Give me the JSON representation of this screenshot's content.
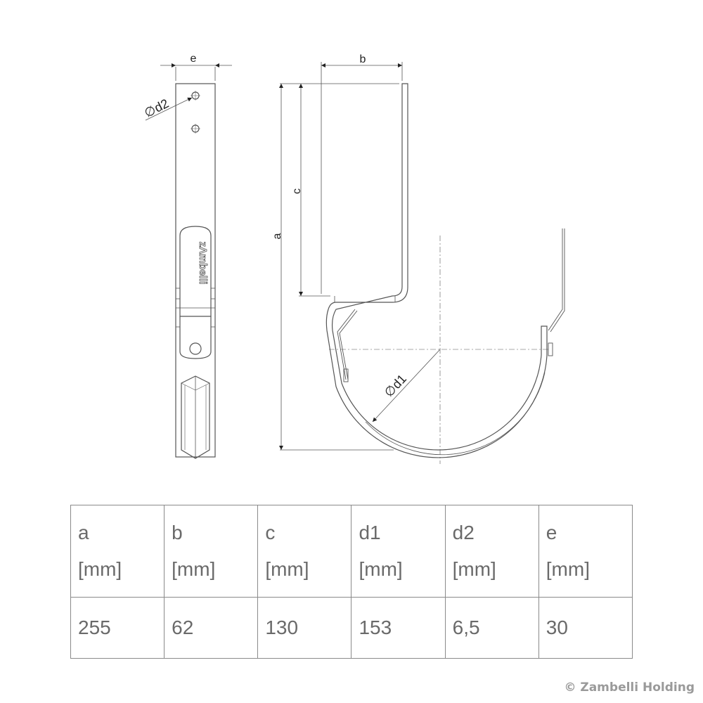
{
  "drawing": {
    "dimension_labels": {
      "e": "e",
      "d2": "d2",
      "b": "b",
      "c": "c",
      "a": "a",
      "d1": "d1",
      "diameter_symbol": "∅"
    },
    "brand_mark": "zΛmbelli"
  },
  "table": {
    "columns": [
      {
        "name": "a",
        "unit": "[mm]",
        "value": "255"
      },
      {
        "name": "b",
        "unit": "[mm]",
        "value": "62"
      },
      {
        "name": "c",
        "unit": "[mm]",
        "value": "130"
      },
      {
        "name": "d1",
        "unit": "[mm]",
        "value": "153"
      },
      {
        "name": "d2",
        "unit": "[mm]",
        "value": "6,5"
      },
      {
        "name": "e",
        "unit": "[mm]",
        "value": "30"
      }
    ]
  },
  "footer": {
    "copyright": "© Zambelli Holding"
  },
  "colors": {
    "line": "#555555",
    "table_border": "#8a8a8a",
    "table_text": "#6a6a6a",
    "copyright": "#9a9a9a"
  }
}
